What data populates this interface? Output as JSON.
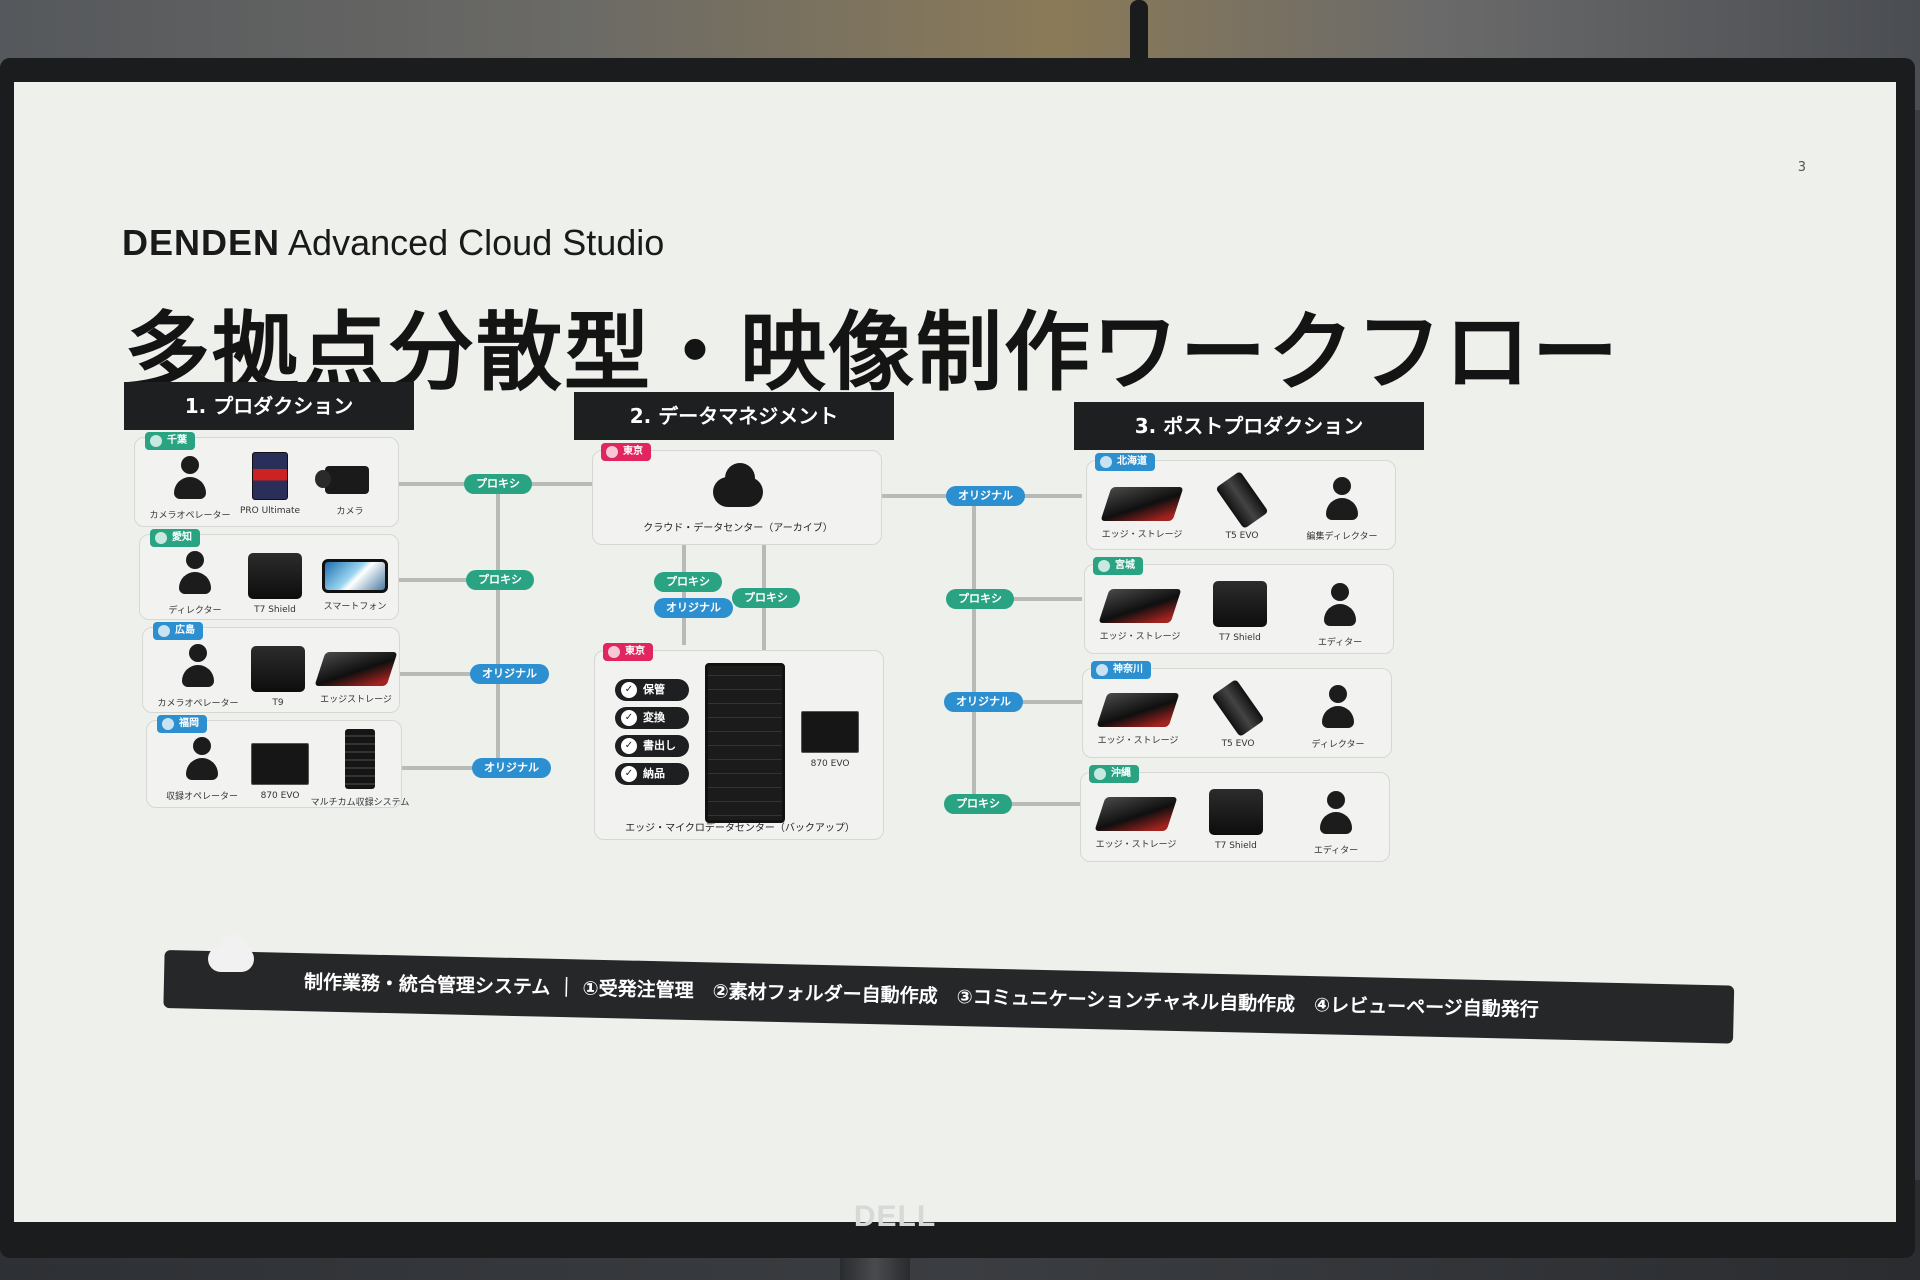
{
  "slide": {
    "page_number": "3",
    "brand_bold": "DENDEN",
    "brand_rest": "Advanced Cloud Studio",
    "title": "多拠点分散型・映像制作ワークフロー"
  },
  "sections": {
    "production": "1. プロダクション",
    "data_management": "2. データマネジメント",
    "post_production": "3. ポストプロダクション"
  },
  "production_sites": [
    {
      "location": "千葉",
      "devices": [
        "カメラオペレーター",
        "PRO Ultimate",
        "カメラ"
      ],
      "link": "プロキシ"
    },
    {
      "location": "愛知",
      "devices": [
        "ディレクター",
        "T7 Shield",
        "スマートフォン"
      ],
      "link": "プロキシ"
    },
    {
      "location": "広島",
      "devices": [
        "カメラオペレーター",
        "T9",
        "エッジストレージ"
      ],
      "link": "オリジナル"
    },
    {
      "location": "福岡",
      "devices": [
        "収録オペレーター",
        "870 EVO",
        "マルチカム収録システム"
      ],
      "link": "オリジナル"
    }
  ],
  "data_center": {
    "cloud_location": "東京",
    "cloud_label": "クラウド・データセンター（アーカイブ）",
    "mid_chips": [
      "プロキシ",
      "オリジナル",
      "プロキシ"
    ],
    "edge_location": "東京",
    "functions": [
      "保管",
      "変換",
      "書出し",
      "納品"
    ],
    "ssd_label": "870 EVO",
    "edge_label": "エッジ・マイクロデータセンター（バックアップ）"
  },
  "post_links": [
    "オリジナル",
    "プロキシ",
    "オリジナル",
    "プロキシ"
  ],
  "post_sites": [
    {
      "location": "北海道",
      "devices": [
        "エッジ・ストレージ",
        "T5 EVO",
        "編集ディレクター"
      ]
    },
    {
      "location": "宮城",
      "devices": [
        "エッジ・ストレージ",
        "T7 Shield",
        "エディター"
      ]
    },
    {
      "location": "神奈川",
      "devices": [
        "エッジ・ストレージ",
        "T5 EVO",
        "ディレクター"
      ]
    },
    {
      "location": "沖縄",
      "devices": [
        "エッジ・ストレージ",
        "T7 Shield",
        "エディター"
      ]
    }
  ],
  "bottom_bar": {
    "text": "制作業務・統合管理システム ｜ ①受発注管理　②素材フォルダー自動作成　③コミュニケーションチャネル自動作成　④レビューページ自動発行"
  },
  "monitor_brand": "DELL",
  "colors": {
    "green": "#2aa383",
    "blue": "#2b8fd0",
    "pink": "#e0255f",
    "dark": "#1e1f21"
  }
}
